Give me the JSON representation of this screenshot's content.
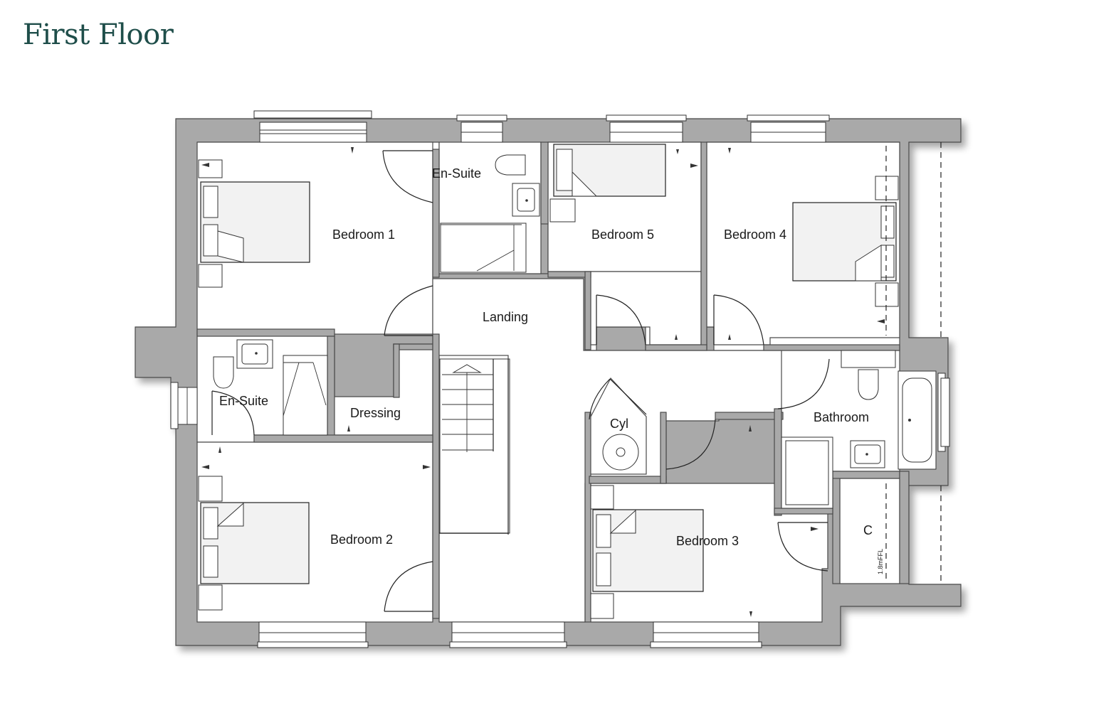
{
  "title": "First Floor",
  "colors": {
    "title": "#1f4e4a",
    "wall": "#a9a9a9",
    "outline": "#222222"
  },
  "rooms": {
    "bedroom1": "Bedroom 1",
    "ensuite1": "En-Suite",
    "bedroom5": "Bedroom 5",
    "bedroom4": "Bedroom 4",
    "landing": "Landing",
    "ensuite2": "En-Suite",
    "dressing": "Dressing",
    "cyl": "Cyl",
    "bathroom": "Bathroom",
    "bedroom2": "Bedroom 2",
    "bedroom3": "Bedroom 3",
    "cupboard": "C",
    "height_note": "1.8mFFL"
  },
  "icons": [
    "door-swing-icon",
    "window-icon",
    "bed-icon",
    "bath-icon",
    "toilet-icon",
    "basin-icon",
    "shower-icon",
    "staircase-icon",
    "cylinder-icon",
    "radiator-icon"
  ]
}
